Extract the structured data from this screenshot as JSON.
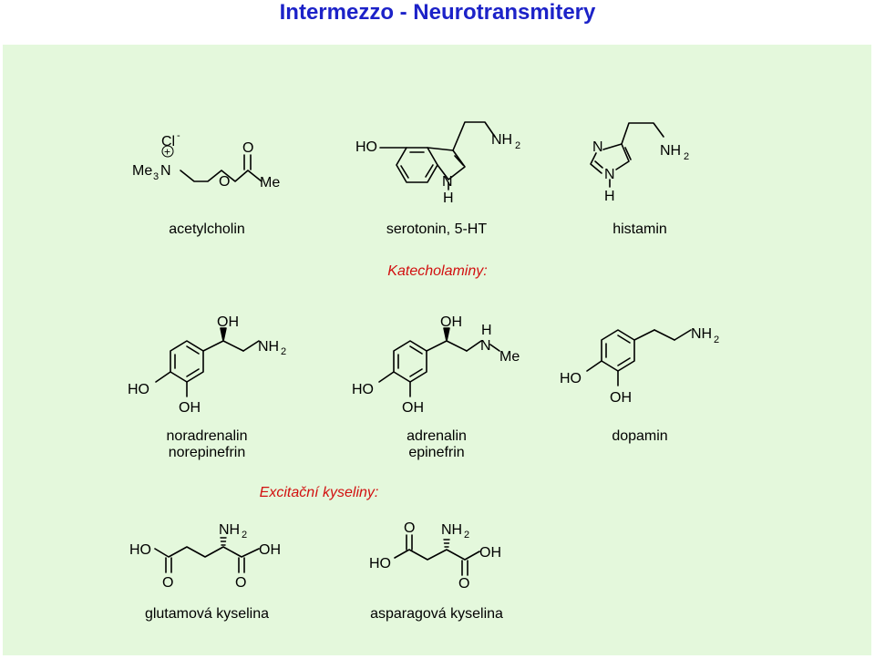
{
  "title": "Intermezzo - Neurotransmitery",
  "colors": {
    "title": "#1c22c8",
    "panel": "#e4f8dc",
    "section": "#d21010",
    "ink": "#000000"
  },
  "sections": {
    "catecholamines": "Katecholaminy:",
    "excitatory": "Excitační kyseliny:"
  },
  "atoms": {
    "cl": "Cl",
    "minus": "-",
    "plus": "+",
    "me3": "Me",
    "sub3": "3",
    "n": "N",
    "o": "O",
    "me": "Me",
    "ho": "HO",
    "oh": "OH",
    "nh": "NH",
    "sub2": "2",
    "h": "H"
  },
  "compounds": {
    "acetylcholine": "acetylcholin",
    "serotonin": "serotonin, 5-HT",
    "histamine": "histamin",
    "noradrenaline_1": "noradrenalin",
    "noradrenaline_2": "norepinefrin",
    "adrenaline_1": "adrenalin",
    "adrenaline_2": "epinefrin",
    "dopamine": "dopamin",
    "glutamate": "glutamová kyselina",
    "aspartate": "asparagová kyselina"
  }
}
